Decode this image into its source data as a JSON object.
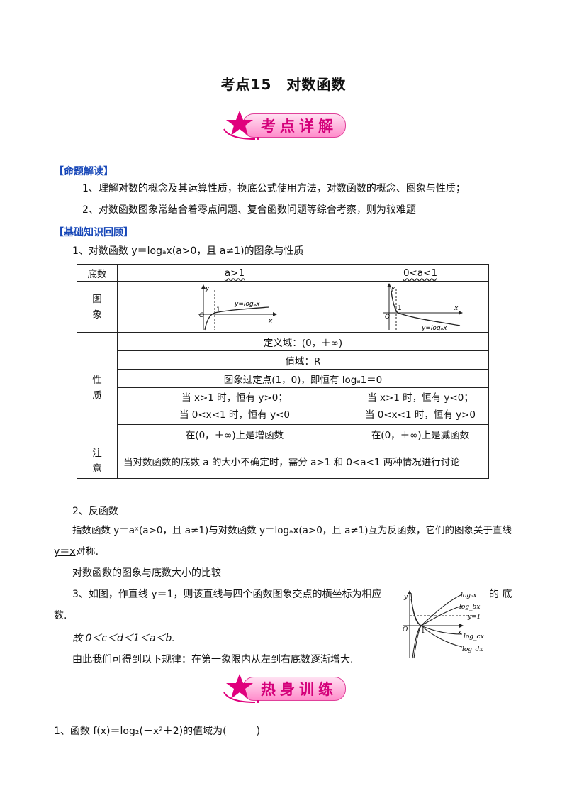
{
  "page_title": "考点15　对数函数",
  "banners": {
    "detail": "考点详解",
    "warmup": "热身训练"
  },
  "sections": {
    "reading": {
      "header": "【命题解读】",
      "items": [
        "1、理解对数的概念及其运算性质，换底公式使用方法，对数函数的概念、图象与性质；",
        "2、对数函数图象常结合着零点问题、复合函数问题等综合考察，则为较难题"
      ]
    },
    "review": {
      "header": "【基础知识回顾】",
      "item1": "1、对数函数 y＝logₐx(a>0，且 a≠1)的图象与性质"
    }
  },
  "table": {
    "col_base": "底数",
    "col_gt1": "a>1",
    "col_lt1": "0<a<1",
    "row_graph_label": "图象",
    "graph_gt1_label": "y=logₐx",
    "graph_lt1_label": "y=logₐx",
    "graph_axis_y": "y",
    "graph_axis_x": "x",
    "graph_origin": "O",
    "graph_one": "1",
    "row_props_label": "性质",
    "domain": "定义域：(0，＋∞)",
    "range": "值域：R",
    "fixed_point": "图象过定点(1，0)，即恒有 logₐ1＝0",
    "gt1_sign_1": "当 x>1 时，恒有 y>0；",
    "gt1_sign_2": "当 0<x<1 时，恒有 y<0",
    "lt1_sign_1": "当 x>1 时，恒有 y<0；",
    "lt1_sign_2": "当 0<x<1 时，恒有 y>0",
    "gt1_mono": "在(0，＋∞)上是增函数",
    "lt1_mono": "在(0，＋∞)上是减函数",
    "row_note_label": "注意",
    "note": "当对数函数的底数 a 的大小不确定时，需分 a>1 和 0<a<1 两种情况进行讨论"
  },
  "inverse": {
    "heading": "2、反函数",
    "line1": "指数函数 y＝aˣ(a>0，且 a≠1)与对数函数 y＝logₐx(a>0，且 a≠1)互为反函数，它们的图象关于直线",
    "line2_ul": "y＝x",
    "line2_rest": "对称."
  },
  "compare": {
    "heading": "对数函数的图象与底数大小的比较",
    "line1": "3、如图，作直线 y＝1，则该直线与四个函数图象交点的横坐标为相应",
    "line1_tail": "的 底",
    "line2": "数.",
    "line3": "故 0＜c＜d＜1＜a＜b.",
    "line4": "由此我们可得到以下规律：在第一象限内从左到右底数逐渐增大.",
    "fig_labels": [
      "logₐx",
      "log_bx",
      "y=1",
      "log_cx",
      "log_dx"
    ],
    "fig_axis_y": "y",
    "fig_axis_x": "x",
    "fig_origin": "O",
    "fig_one": "1"
  },
  "exercise": {
    "q1": "1、函数 f(x)＝log₂(－x²＋2)的值域为(　　　)"
  }
}
